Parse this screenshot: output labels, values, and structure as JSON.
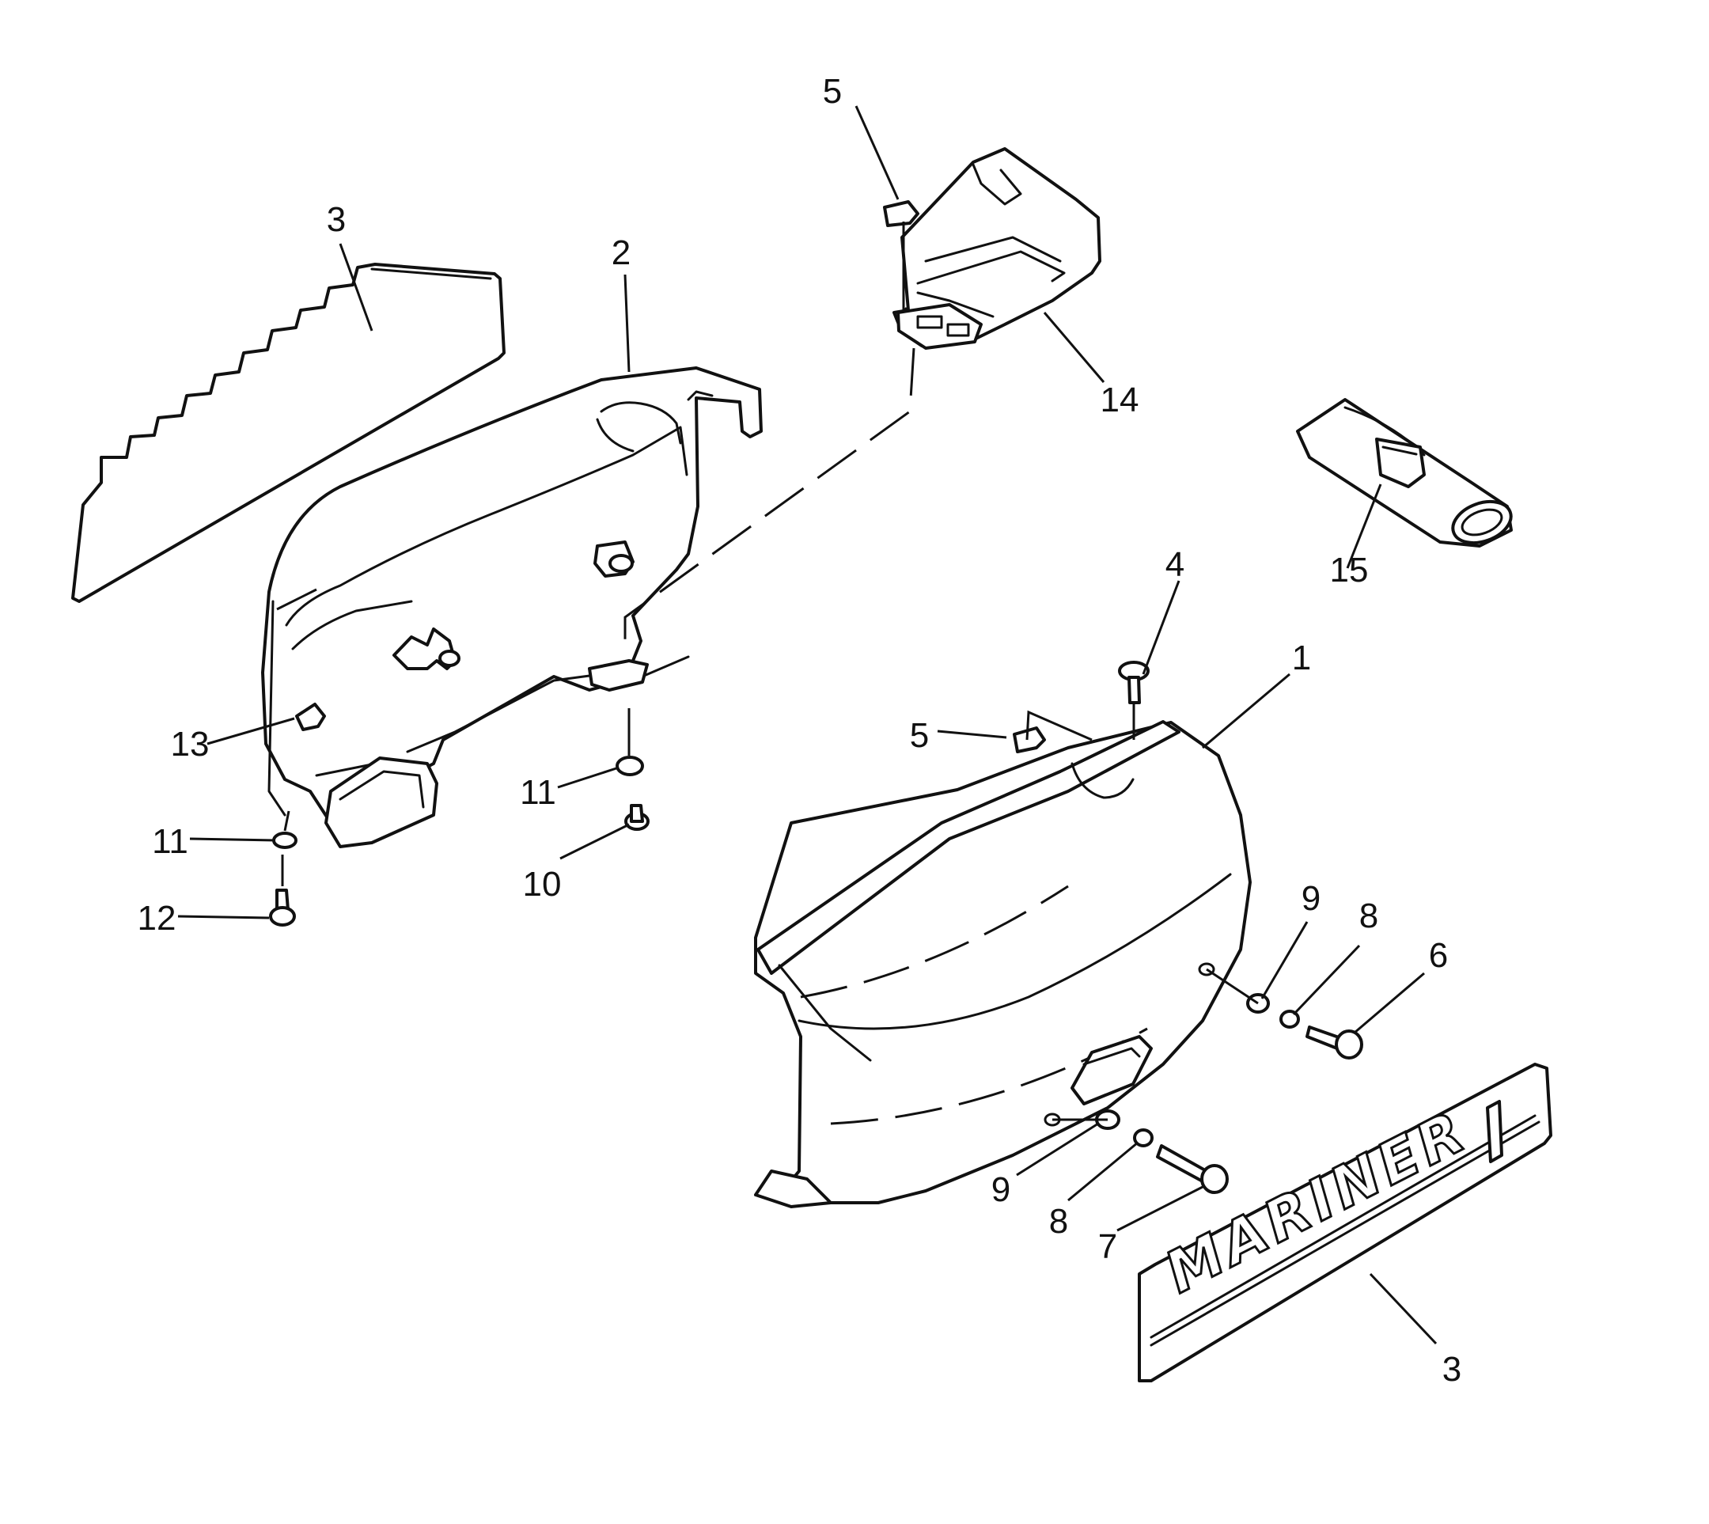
{
  "diagram": {
    "callouts": {
      "c1": "1",
      "c2": "2",
      "c3_left": "3",
      "c3_right": "3",
      "c4": "4",
      "c5_top": "5",
      "c5_mid": "5",
      "c6": "6",
      "c7": "7",
      "c8_upper": "8",
      "c8_lower": "8",
      "c9_upper": "9",
      "c9_lower": "9",
      "c10": "10",
      "c11_mid": "11",
      "c11_left": "11",
      "c12": "12",
      "c13": "13",
      "c14": "14",
      "c15": "15"
    },
    "decal_text": "MARINER"
  }
}
